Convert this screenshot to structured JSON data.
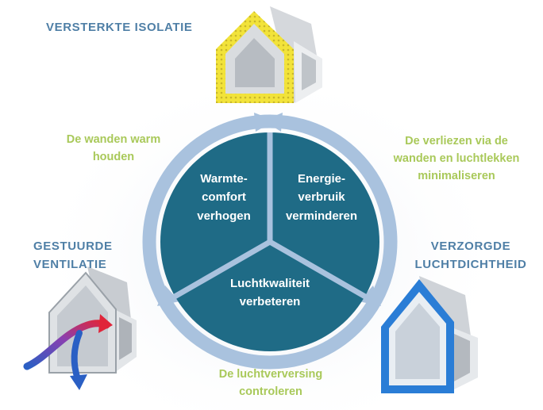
{
  "diagram": {
    "center_segments": [
      {
        "lines": [
          "Warmte-",
          "comfort",
          "verhogen"
        ]
      },
      {
        "lines": [
          "Energie-",
          "verbruik",
          "verminderen"
        ]
      },
      {
        "lines": [
          "Luchtkwaliteit",
          "verbeteren"
        ]
      }
    ],
    "house_labels": [
      {
        "lines": [
          "VERSTERKTE ISOLATIE"
        ]
      },
      {
        "lines": [
          "GESTUURDE",
          "VENTILATIE"
        ]
      },
      {
        "lines": [
          "VERZORGDE",
          "LUCHTDICHTHEID"
        ]
      }
    ],
    "arrow_labels": [
      {
        "lines": [
          "De wanden warm",
          "houden"
        ]
      },
      {
        "lines": [
          "De verliezen via de",
          "wanden en luchtlekken",
          "minimaliseren"
        ]
      },
      {
        "lines": [
          "De luchtverversing",
          "controleren"
        ]
      }
    ],
    "colors": {
      "circle_fill": "#1f6b86",
      "ring": "#a9c2de",
      "green_text": "#a9c95a",
      "blue_text": "#4f7fa6",
      "insulation": "#f2e33a"
    }
  }
}
